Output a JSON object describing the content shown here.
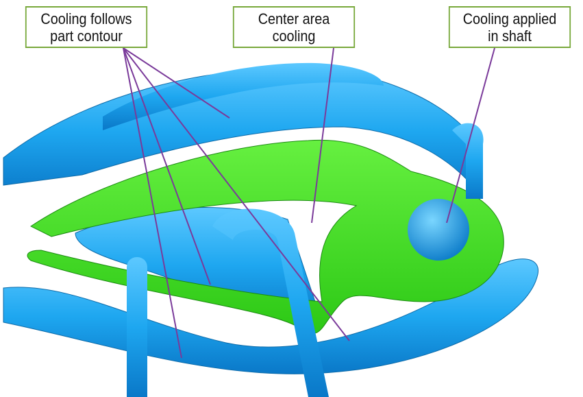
{
  "labels": [
    {
      "line1": "Cooling follows",
      "line2": "part contour"
    },
    {
      "line1": "Center area",
      "line2": "cooling"
    },
    {
      "line1": "Cooling applied",
      "line2": "in shaft"
    }
  ],
  "colors": {
    "cooling_channels": "#1ea7f0",
    "part": "#33e01a",
    "label_border": "#77a83a",
    "leader_lines": "#7a3a9a"
  }
}
